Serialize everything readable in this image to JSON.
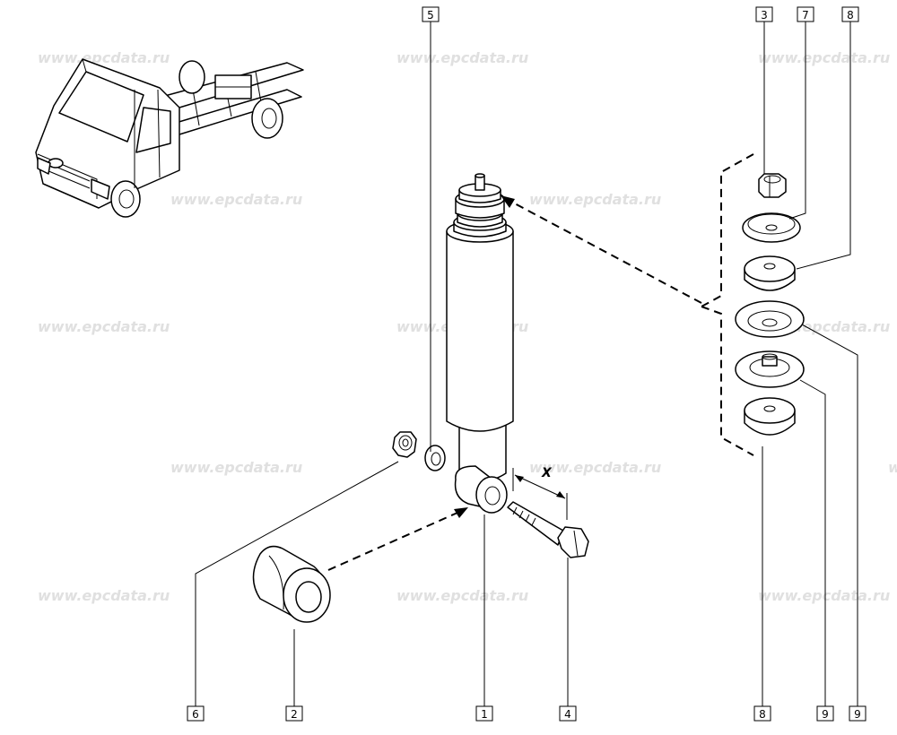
{
  "watermark": "www.epcdata.ru",
  "callouts": {
    "shock_absorber": "1",
    "bushing": "2",
    "top_nut": "3",
    "bolt": "4",
    "washer": "5",
    "nut": "6",
    "cup_washer": "7",
    "rubber_upper": "8",
    "rubber_lower": "8",
    "dished_washer_a": "9",
    "dished_washer_b": "9"
  },
  "dimension_label": "X"
}
